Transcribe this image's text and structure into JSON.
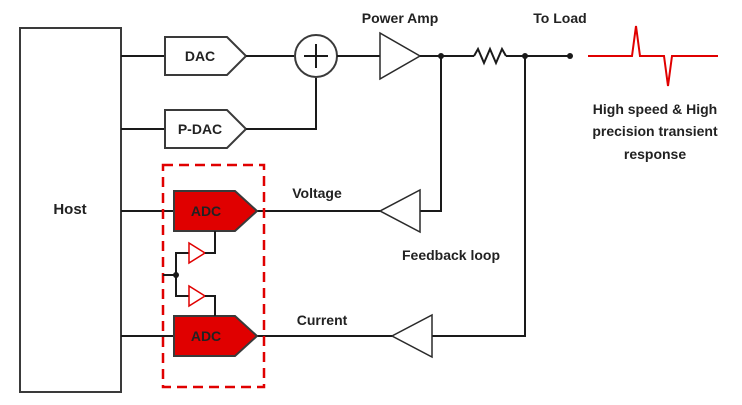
{
  "labels": {
    "host": "Host",
    "dac": "DAC",
    "pdac": "P-DAC",
    "adc_voltage": "ADC",
    "adc_current": "ADC",
    "power_amp": "Power Amp",
    "to_load": "To Load",
    "voltage": "Voltage",
    "current": "Current",
    "feedback_loop": "Feedback loop",
    "response_line1": "High speed  & High",
    "response_line2": "precision transient",
    "response_line3": "response"
  },
  "colors": {
    "accent": "#e00000",
    "line": "#1a1a1a"
  }
}
